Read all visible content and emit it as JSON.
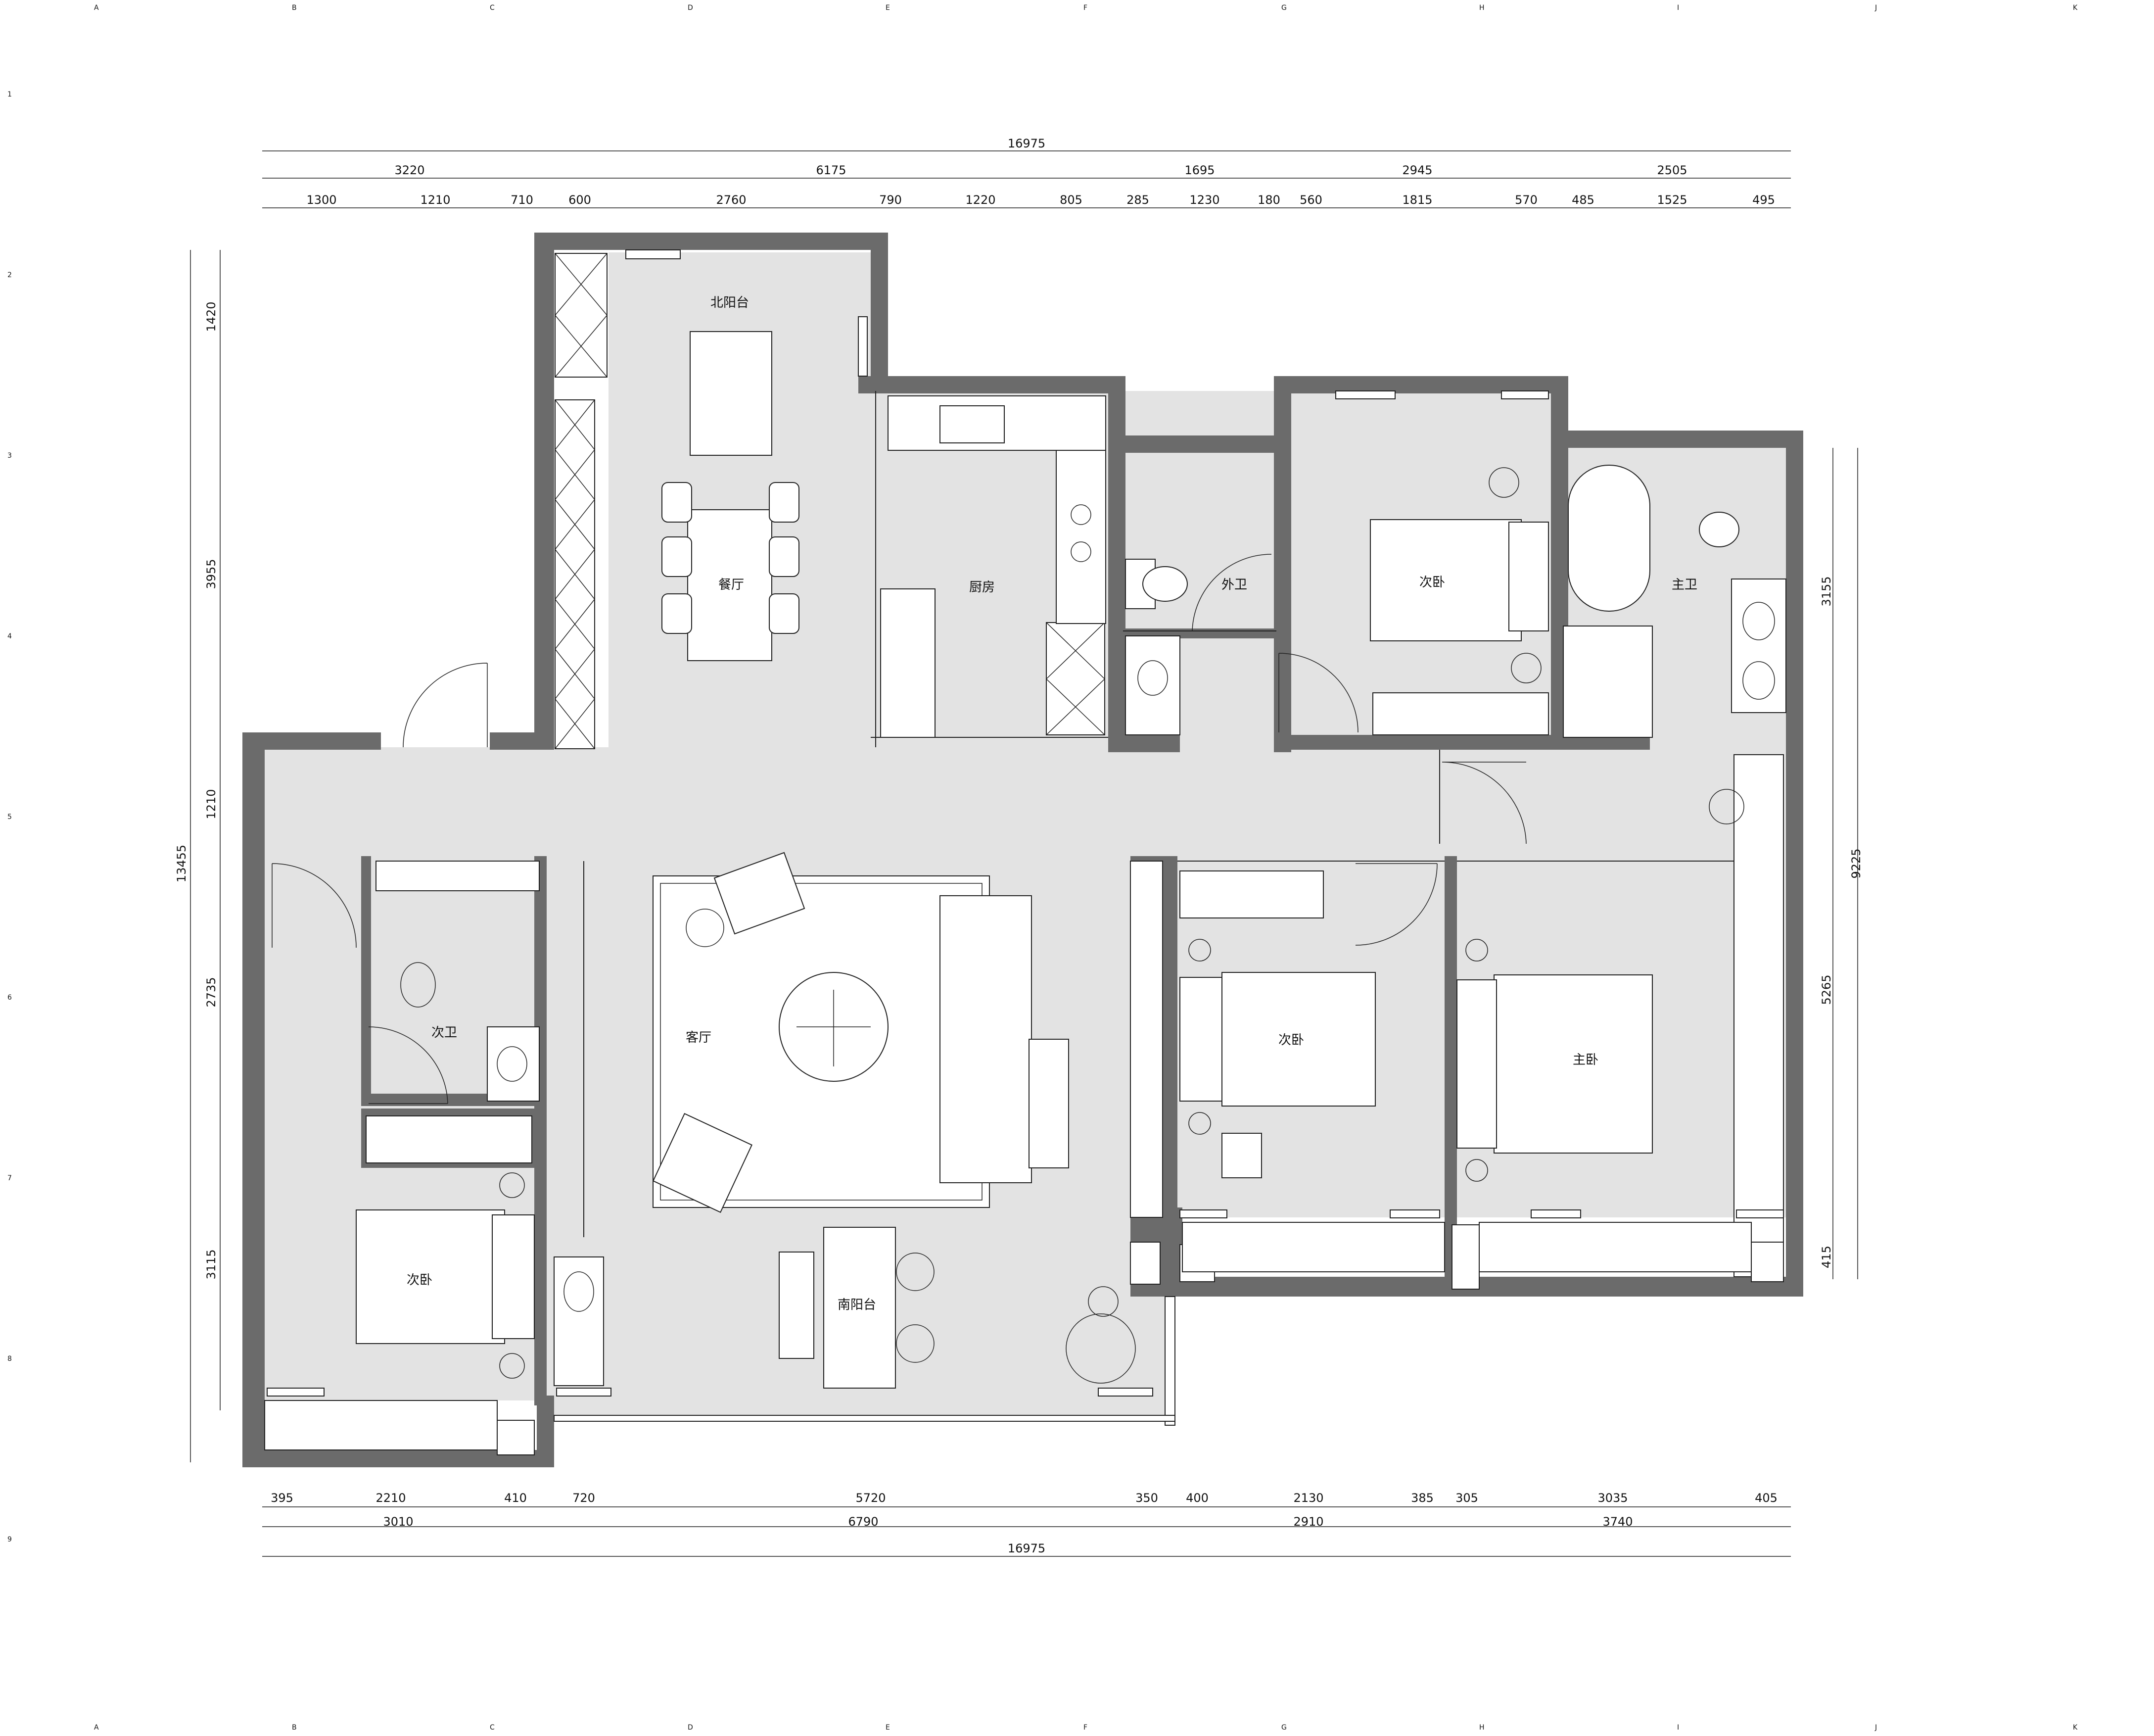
{
  "plan": {
    "rooms": {
      "north_balcony": "北阳台",
      "dining": "餐厅",
      "kitchen": "厨房",
      "outer_bath": "外卫",
      "bedroom_ne": "次卧",
      "master_bath": "主卫",
      "living": "客厅",
      "secondary_bath": "次卫",
      "bedroom_sw": "次卧",
      "bedroom_s": "次卧",
      "master_bedroom": "主卧",
      "south_balcony": "南阳台"
    },
    "dimensions": {
      "top_total": "16975",
      "top_mid": [
        "3220",
        "6175",
        "1695",
        "2945",
        "2505"
      ],
      "top_detail": [
        "1300",
        "1210",
        "710",
        "600",
        "2760",
        "790",
        "1220",
        "805",
        "285",
        "1230",
        "180",
        "560",
        "1815",
        "570",
        "485",
        "1525",
        "495"
      ],
      "bottom_detail": [
        "395",
        "2210",
        "410",
        "720",
        "5720",
        "350",
        "400",
        "2130",
        "385",
        "305",
        "3035",
        "405"
      ],
      "bottom_mid": [
        "3010",
        "6790",
        "2910",
        "3740"
      ],
      "bottom_total": "16975",
      "left_total": "13455",
      "left_detail": [
        "1420",
        "3955",
        "1210",
        "2735",
        "3115"
      ],
      "right_total": "9225",
      "right_detail": [
        "3155",
        "5265",
        "415"
      ]
    },
    "grid_letters": [
      "A",
      "B",
      "C",
      "D",
      "E",
      "F",
      "G",
      "H",
      "I",
      "J",
      "K"
    ],
    "grid_numbers": [
      "1",
      "2",
      "3",
      "4",
      "5",
      "6",
      "7",
      "8",
      "9"
    ]
  }
}
